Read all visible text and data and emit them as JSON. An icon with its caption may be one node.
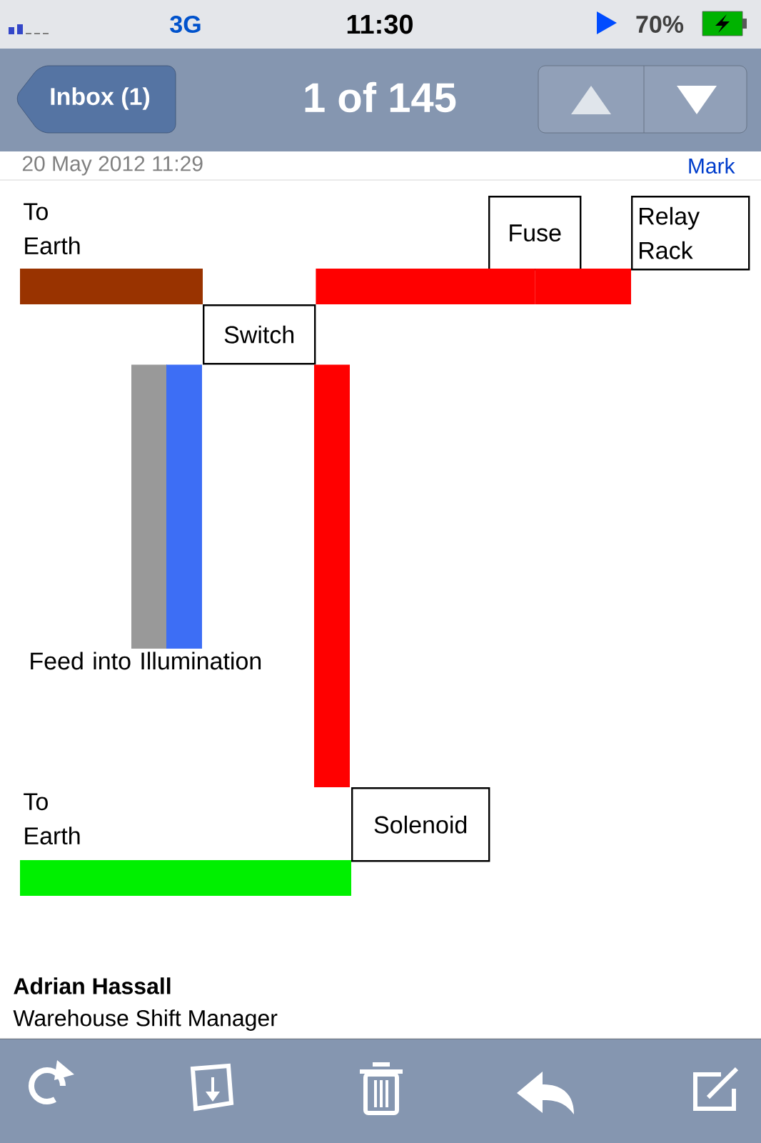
{
  "diagram": {
    "nodes": [
      {
        "text": [
          "To Earth"
        ]
      },
      {
        "text": [
          "Switch"
        ]
      },
      {
        "text": [
          "Fuse"
        ]
      },
      {
        "text": [
          "Relay Rack"
        ]
      },
      {
        "text": [
          "Feed into Illumination"
        ]
      },
      {
        "text": [
          "To Earth"
        ]
      },
      {
        "text": [
          "Solenoid"
        ]
      }
    ],
    "edges": [
      {
        "from": 0,
        "to": 1,
        "arrow": "none",
        "color": "#993300"
      },
      {
        "from": 1,
        "to": 2,
        "arrow": "none",
        "color": "#ff0000"
      },
      {
        "from": 2,
        "to": 3,
        "arrow": "none",
        "color": "#ff0000"
      },
      {
        "from": 1,
        "to": 6,
        "arrow": "none",
        "color": "#ff0000"
      },
      {
        "from": 1,
        "to": 4,
        "arrow": "none",
        "color": "#999999"
      },
      {
        "from": 1,
        "to": 4,
        "arrow": "none",
        "color": "#3d6ef5"
      },
      {
        "from": 5,
        "to": 6,
        "arrow": "none",
        "color": "#00f000"
      }
    ],
    "labels": [
      "3G",
      "11:30",
      "70%",
      "Inbox (1)",
      "1 of 145",
      "20 May 2012 11:29",
      "Mark",
      "Adrian Hassall",
      "Warehouse Shift Manager"
    ]
  }
}
